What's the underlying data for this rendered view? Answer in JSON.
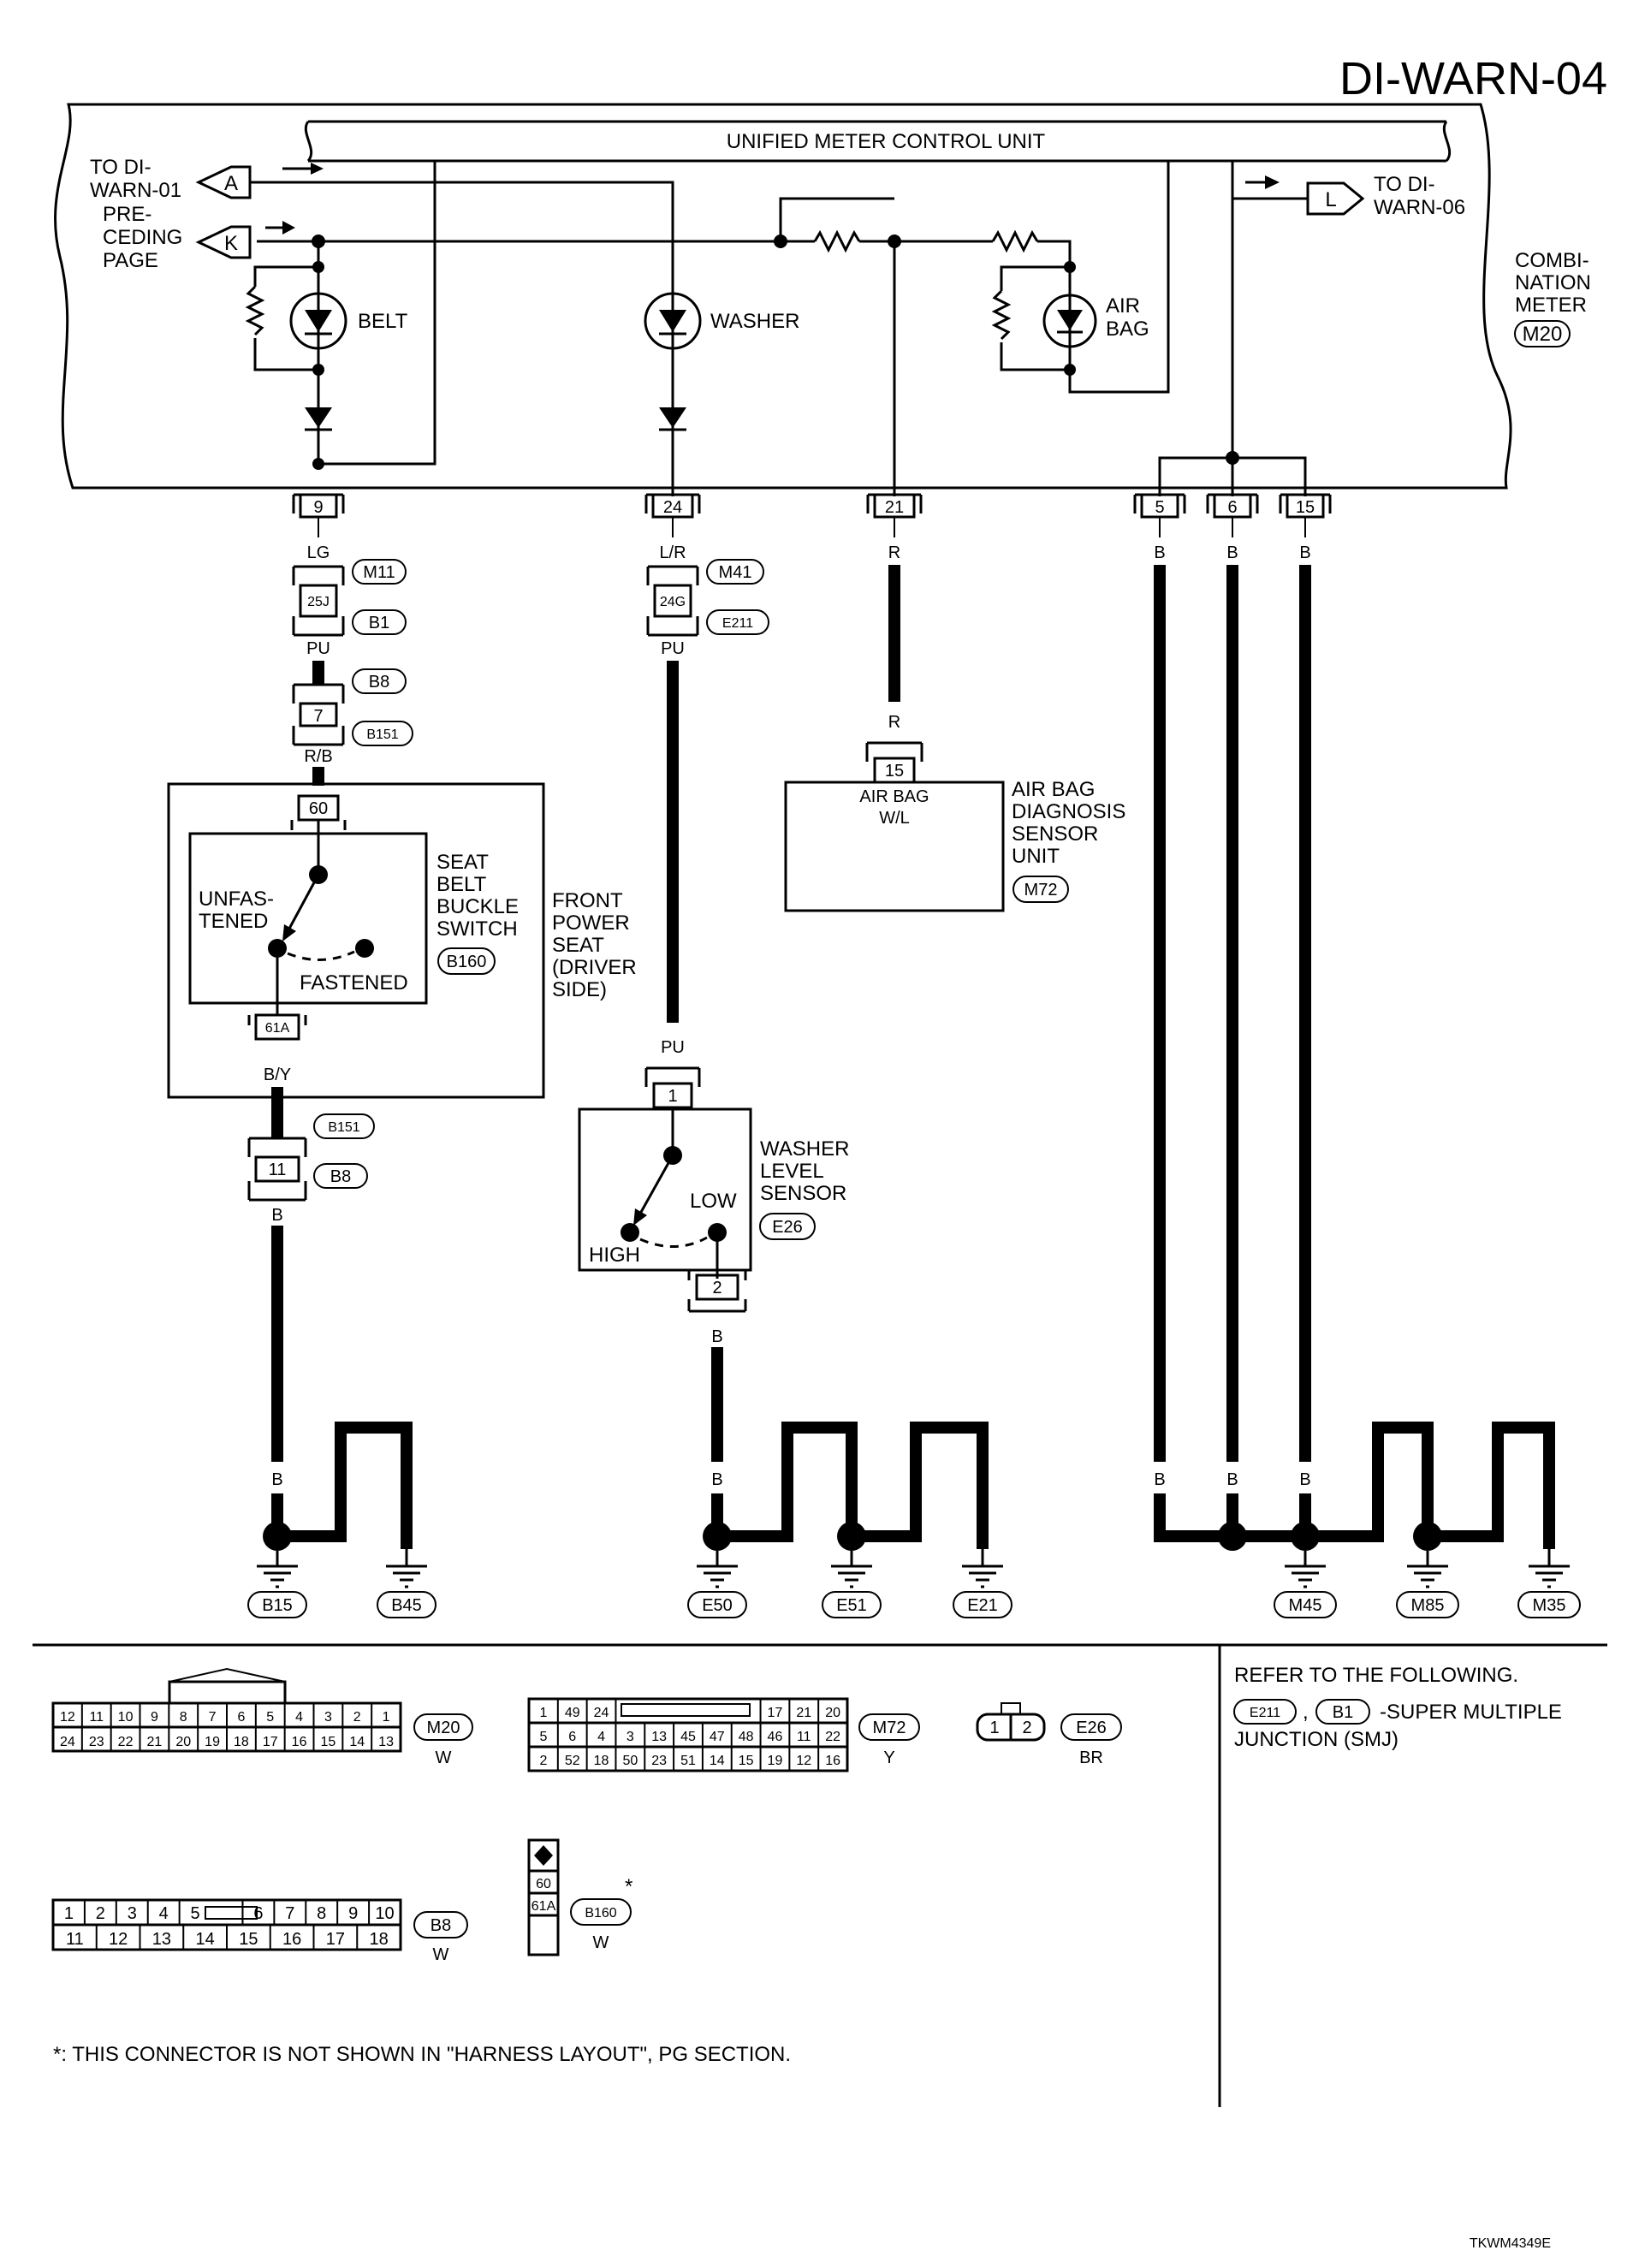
{
  "page_title": "DI-WARN-04",
  "figure_code": "TKWM4349E",
  "unit": "UNIFIED METER CONTROL UNIT",
  "combination_meter": {
    "lines": [
      "COMBI-",
      "NATION",
      "METER"
    ],
    "connector": "M20"
  },
  "links": {
    "A": {
      "id": "A",
      "lines": [
        "TO DI-",
        "WARN-01"
      ]
    },
    "K": {
      "id": "K",
      "lines": [
        "PRE-",
        "CEDING",
        "PAGE"
      ]
    },
    "L": {
      "id": "L",
      "lines": [
        "TO DI-",
        "WARN-06"
      ]
    }
  },
  "lamps": {
    "belt": "BELT",
    "washer": "WASHER",
    "airbag": [
      "AIR",
      "BAG"
    ]
  },
  "terminals": {
    "t9": "9",
    "t24": "24",
    "t21": "21",
    "t5": "5",
    "t6": "6",
    "t15": "15"
  },
  "wire_colors": {
    "lg": "LG",
    "pu1": "PU",
    "rb": "R/B",
    "by": "B/Y",
    "b_belt": "B",
    "lr": "L/R",
    "pu2": "PU",
    "pu3": "PU",
    "b_washer": "B",
    "r1": "R",
    "r2": "R",
    "b5": "B",
    "b6": "B",
    "b15": "B"
  },
  "inline_connectors": {
    "c25j": "25J",
    "m11": "M11",
    "b1": "B1",
    "c7": "7",
    "b8a": "B8",
    "b151a": "B151",
    "c11": "11",
    "b151b": "B151",
    "b8b": "B8",
    "c24g": "24G",
    "m41": "M41",
    "e211": "E211"
  },
  "seat": {
    "terminal_top": "60",
    "terminal_bottom": "61A",
    "switch_lines": [
      "SEAT",
      "BELT",
      "BUCKLE",
      "SWITCH"
    ],
    "switch_connector": "B160",
    "unfastened": [
      "UNFAS-",
      "TENED"
    ],
    "fastened": "FASTENED",
    "seat_lines": [
      "FRONT",
      "POWER",
      "SEAT",
      "(DRIVER",
      " SIDE)"
    ]
  },
  "airbag_unit": {
    "terminal": "15",
    "inner": [
      "AIR BAG",
      "W/L"
    ],
    "lines": [
      "AIR BAG",
      "DIAGNOSIS",
      "SENSOR",
      "UNIT"
    ],
    "connector": "M72"
  },
  "washer_sensor": {
    "terminal_top": "1",
    "terminal_bottom": "2",
    "lines": [
      "WASHER",
      "LEVEL",
      "SENSOR"
    ],
    "connector": "E26",
    "low": "LOW",
    "high": "HIGH"
  },
  "grounds": {
    "b15": "B15",
    "b45": "B45",
    "e50": "E50",
    "e51": "E51",
    "e21": "E21",
    "m45": "M45",
    "m85": "M85",
    "m35": "M35",
    "wire": "B"
  },
  "legend": {
    "m20": {
      "row1": [
        "12",
        "11",
        "10",
        "9",
        "8",
        "7",
        "6",
        "5",
        "4",
        "3",
        "2",
        "1"
      ],
      "row2": [
        "24",
        "23",
        "22",
        "21",
        "20",
        "19",
        "18",
        "17",
        "16",
        "15",
        "14",
        "13"
      ],
      "id": "M20",
      "color": "W"
    },
    "m72": {
      "row1": [
        "1",
        "49",
        "24",
        "",
        "17",
        "21",
        "20"
      ],
      "row2": [
        "5",
        "6",
        "4",
        "3",
        "13",
        "45",
        "47",
        "48",
        "46",
        "11",
        "22"
      ],
      "row3": [
        "2",
        "52",
        "18",
        "50",
        "23",
        "51",
        "14",
        "15",
        "19",
        "12",
        "16"
      ],
      "id": "M72",
      "color": "Y"
    },
    "e26": {
      "cells": [
        "1",
        "2"
      ],
      "id": "E26",
      "color": "BR"
    },
    "b8": {
      "row1": [
        "1",
        "2",
        "3",
        "4",
        "5",
        "6",
        "7",
        "8",
        "9",
        "10"
      ],
      "row2": [
        "11",
        "12",
        "13",
        "14",
        "15",
        "16",
        "17",
        "18"
      ],
      "id": "B8",
      "color": "W"
    },
    "b160": {
      "cells": [
        "60",
        "61A"
      ],
      "id": "B160",
      "color": "W",
      "star": "*"
    }
  },
  "refer": {
    "title": "REFER TO THE FOLLOWING.",
    "c1": "E211",
    "sep": ",",
    "c2": "B1",
    "text1": "-SUPER MULTIPLE",
    "text2": "JUNCTION (SMJ)"
  },
  "footnote": "*: THIS CONNECTOR IS NOT SHOWN IN \"HARNESS LAYOUT\", PG SECTION."
}
